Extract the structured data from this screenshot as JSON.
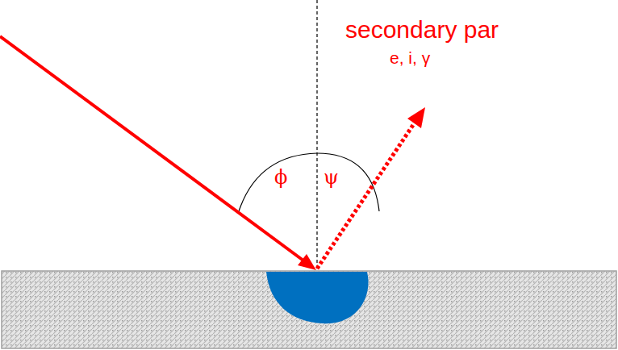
{
  "diagram": {
    "labels": [
      "secondary par",
      "e, i, γ",
      "ϕ",
      "ψ"
    ]
  }
}
